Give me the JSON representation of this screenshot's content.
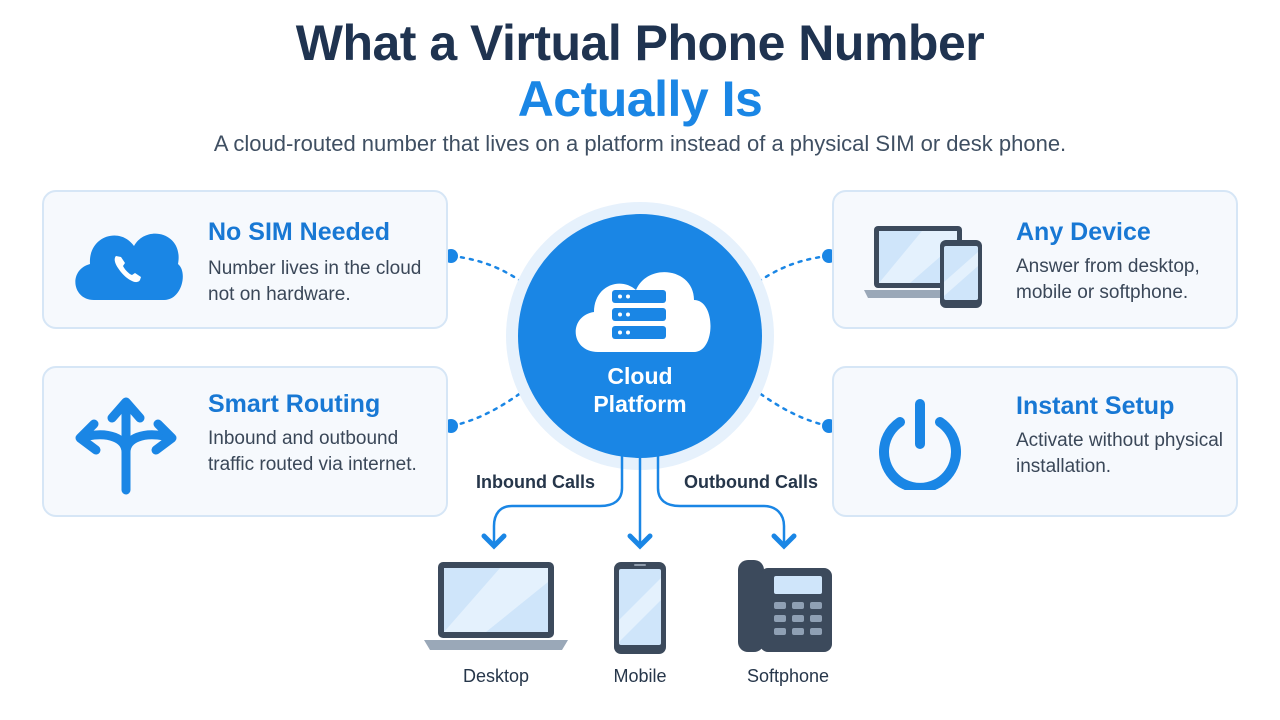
{
  "header": {
    "title_line1": "What a Virtual Phone Number",
    "title_line2": "Actually Is",
    "subtitle": "A cloud-routed number that lives on a platform instead of a physical SIM or desk phone."
  },
  "hub": {
    "label_line1": "Cloud",
    "label_line2": "Platform",
    "icon": "cloud-server-icon"
  },
  "features": [
    {
      "title": "No SIM Needed",
      "description": "Number lives in the cloud not on hardware.",
      "icon": "cloud-phone-icon"
    },
    {
      "title": "Smart Routing",
      "description": "Inbound and outbound traffic routed via internet.",
      "icon": "routing-arrows-icon"
    },
    {
      "title": "Any Device",
      "description": "Answer from desktop, mobile or softphone.",
      "icon": "laptop-phone-icon"
    },
    {
      "title": "Instant Setup",
      "description": "Activate without physical installation.",
      "icon": "power-icon"
    }
  ],
  "flows": {
    "inbound_label": "Inbound Calls",
    "outbound_label": "Outbound Calls"
  },
  "devices": [
    {
      "label": "Desktop",
      "icon": "laptop-icon"
    },
    {
      "label": "Mobile",
      "icon": "mobile-phone-icon"
    },
    {
      "label": "Softphone",
      "icon": "desk-phone-icon"
    }
  ],
  "colors": {
    "primary_blue": "#1a86e5",
    "title_navy": "#1f3350",
    "card_background": "#f6f9fd",
    "card_border": "#d6e6f6",
    "device_dark": "#3c4a5c"
  }
}
